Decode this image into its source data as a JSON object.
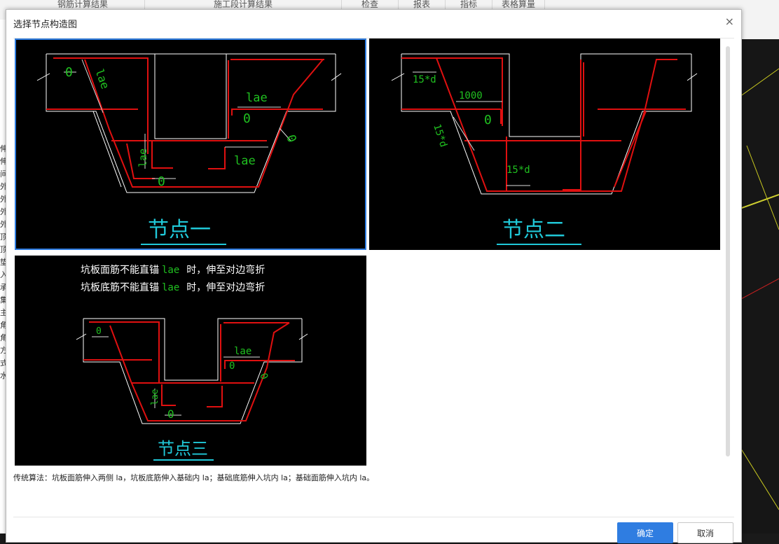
{
  "background": {
    "tabs": [
      "钢筋计算结果",
      "施工段计算结果",
      "检查",
      "报表",
      "指标",
      "表格算量"
    ],
    "left_strip": [
      "伸",
      "伸",
      "间",
      "外",
      "外",
      "外",
      "外",
      "顶",
      "顶",
      "垫",
      "入",
      "承",
      "集",
      "主",
      "角",
      "角",
      "方",
      "式",
      "水"
    ]
  },
  "dialog": {
    "title": "选择节点构造图",
    "close_glyph": "×",
    "node1": {
      "caption": "节点一",
      "labels": {
        "lae_top": "lae",
        "lae_step": "lae",
        "lae_mid": "lae",
        "lae_inner": "lae",
        "zero_a": "0",
        "zero_b": "0",
        "zero_c": "0",
        "zero_d": "0"
      }
    },
    "node2": {
      "caption": "节点二",
      "labels": {
        "d15_top": "15*d",
        "d1000": "1000",
        "d15_side": "15*d",
        "d15_bot": "15*d",
        "zero_a": "0"
      }
    },
    "node3": {
      "caption": "节点三",
      "note_line1_pre": "坑板面筋不能直锚",
      "note_line1_lae": "lae",
      "note_line1_post": "时，伸至对边弯折",
      "note_line2_pre": "坑板底筋不能直锚",
      "note_line2_lae": "lae",
      "note_line2_post": "时，伸至对边弯折",
      "labels": {
        "lae_step": "lae",
        "lae_inner": "lae",
        "zero_a": "0",
        "zero_b": "0",
        "zero_c": "0",
        "zero_d": "0"
      }
    },
    "note": "传统算法：坑板面筋伸入两侧 la，坑板底筋伸入基础内 la；基础底筋伸入坑内 la；基础面筋伸入坑内 la。",
    "buttons": {
      "ok": "确定",
      "cancel": "取消"
    }
  },
  "colors": {
    "accent": "#2f7de1",
    "rebar": "#e01010",
    "dim_label": "#20c020",
    "caption": "#20c8d8"
  }
}
